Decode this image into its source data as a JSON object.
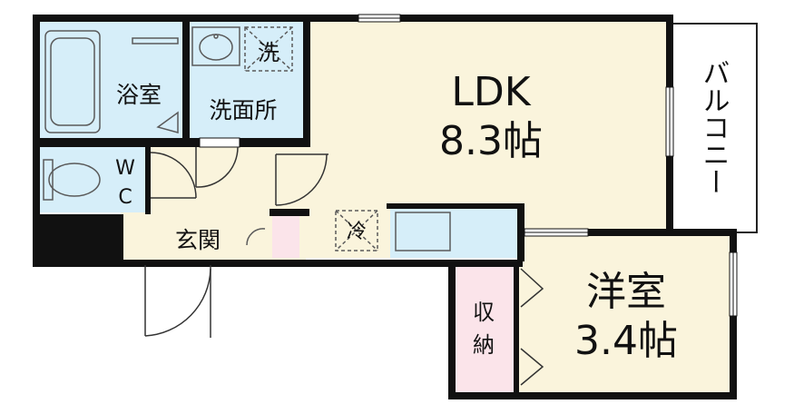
{
  "colors": {
    "wall": "#111111",
    "ldk_floor": "#faf4dc",
    "wet_floor": "#d6eef9",
    "storage_floor": "#fbe4ea",
    "balcony_floor": "#ffffff",
    "fixture_stroke": "#5a5a5a"
  },
  "rooms": {
    "bath": "浴室",
    "washroom": "洗面所",
    "washer": "洗",
    "wc_w": "W",
    "wc_c": "C",
    "entrance": "玄関",
    "fridge": "冷",
    "ldk_name": "LDK",
    "ldk_size": "8.3帖",
    "western_name": "洋室",
    "western_size": "3.4帖",
    "storage_top": "収",
    "storage_bottom": "納",
    "balcony": "バルコニー"
  }
}
